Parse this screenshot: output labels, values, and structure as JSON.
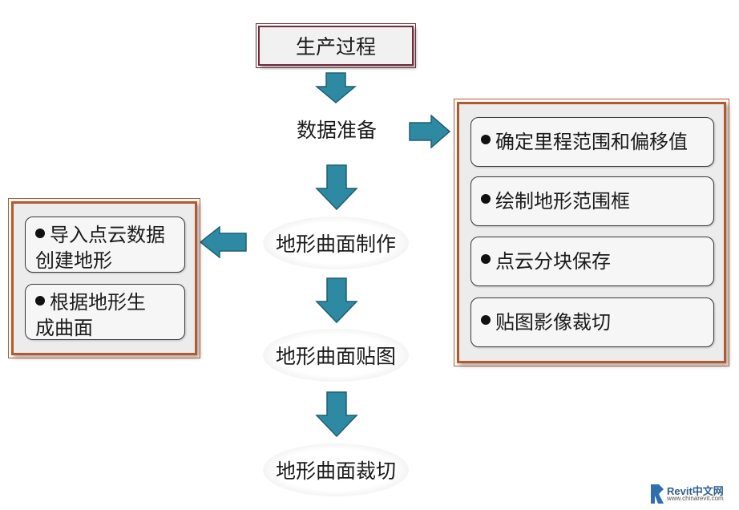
{
  "title": "生产过程",
  "steps": {
    "data_prep": "数据准备",
    "surface_make": "地形曲面制作",
    "surface_map": "地形曲面贴图",
    "surface_cut": "地形曲面裁切"
  },
  "right_panel": {
    "items": [
      "确定里程范围和偏移值",
      "绘制地形范围框",
      "点云分块保存",
      "贴图影像裁切"
    ]
  },
  "left_panel": {
    "items": [
      {
        "line1": "导入点云数据",
        "line2": "创建地形"
      },
      {
        "line1": "根据地形生",
        "line2": "成曲面"
      }
    ]
  },
  "watermark": {
    "name": "Revit中文网",
    "url": "www.chinarevit.com"
  },
  "colors": {
    "arrow_fill": "#2e8aa3",
    "arrow_stroke": "#1f5f72",
    "title_border": "#6f2a3d",
    "panel_border": "#b2592d"
  },
  "icons": {
    "arrow": "arrow-icon",
    "bullet": "bullet-icon",
    "logo": "revit-logo-icon"
  }
}
